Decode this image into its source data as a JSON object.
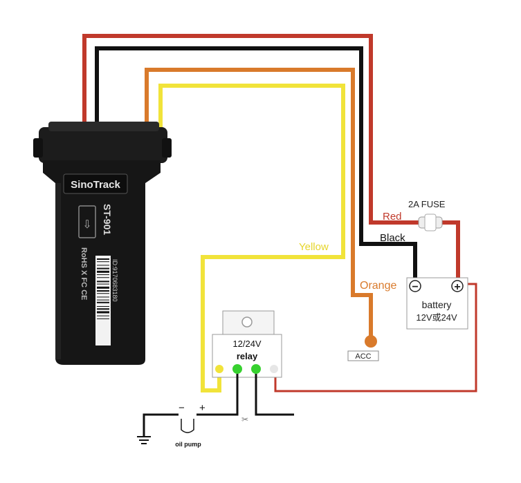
{
  "device": {
    "brand": "SinoTrack",
    "model": "ST-901",
    "marks": "RoHS  X  FC  CE",
    "id_text": "ID:9170683180"
  },
  "wires": {
    "red": {
      "label": "Red",
      "color": "#c0392b"
    },
    "black": {
      "label": "Black",
      "color": "#111111"
    },
    "orange": {
      "label": "Orange",
      "color": "#d97a2b"
    },
    "yellow": {
      "label": "Yellow",
      "color": "#f1e33a"
    }
  },
  "fuse": {
    "label": "2A  FUSE"
  },
  "battery": {
    "label": "battery",
    "voltage": "12V或24V",
    "minus": "−",
    "plus": "+"
  },
  "acc": {
    "label": "ACC"
  },
  "relay": {
    "voltage": "12/24V",
    "label": "relay"
  },
  "oil_pump": {
    "label": "oil pump",
    "minus": "−",
    "plus": "+"
  }
}
